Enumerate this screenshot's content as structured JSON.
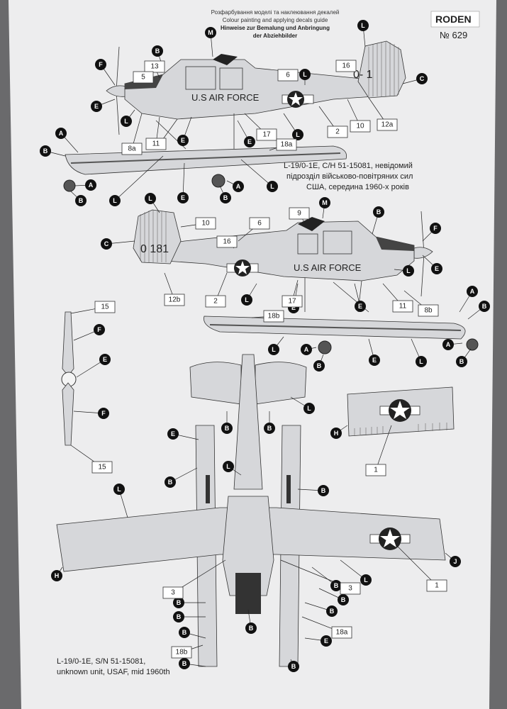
{
  "header": {
    "line1": "Розфарбування моделі та наклеювання декалей",
    "line2": "Colour painting and applying decals guide",
    "line3": "Hinweise zur Bemalung und Anbringung",
    "line4": "der Abziehbilder"
  },
  "brand": {
    "logo": "RODEN",
    "kit_number": "№ 629"
  },
  "caption_side": {
    "line1": "L-19/0-1E, C/H 51-15081, невідомий",
    "line2": "підрозділ військово-повітряних сил",
    "line3": "США, середина 1960-х років"
  },
  "caption_bottom": {
    "line1": "L-19/0-1E, S/N 51-15081,",
    "line2": "unknown unit, USAF, mid 1960th"
  },
  "fuselage_text": "U.S AIR FORCE",
  "tail_codes": {
    "left": "0-  1",
    "right": "0  181"
  },
  "colour_keys": [
    "A",
    "B",
    "C",
    "E",
    "F",
    "H",
    "J",
    "L",
    "M"
  ],
  "decal_numbers": [
    "1",
    "2",
    "3",
    "5",
    "6",
    "8a",
    "8b",
    "9",
    "10",
    "11",
    "12a",
    "12b",
    "13",
    "15",
    "16",
    "17",
    "18a",
    "18b"
  ],
  "colors": {
    "page": "#eeeeef",
    "paint": "#d6d7da",
    "dark": "#333333",
    "dot": "#111111"
  }
}
